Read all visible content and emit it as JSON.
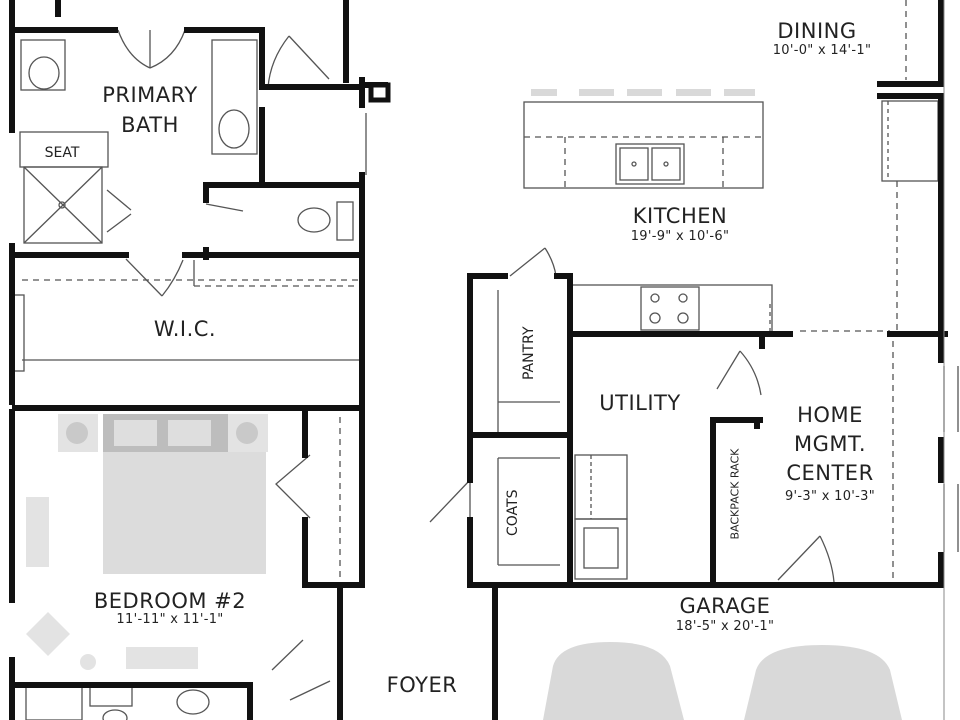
{
  "rooms": {
    "dining": {
      "name": "DINING",
      "dims": "10'-0\" x 14'-1\""
    },
    "primary_bath": {
      "name_line1": "PRIMARY",
      "name_line2": "BATH"
    },
    "seat": "SEAT",
    "kitchen": {
      "name": "KITCHEN",
      "dims": "19'-9\" x 10'-6\""
    },
    "wic": "W.I.C.",
    "pantry": "PANTRY",
    "utility": "UTILITY",
    "home_mgmt": {
      "line1": "HOME",
      "line2": "MGMT.",
      "line3": "CENTER",
      "dims": "9'-3\" x 10'-3\""
    },
    "coats": "COATS",
    "backpack_rack": "BACKPACK RACK",
    "bedroom2": {
      "name": "BEDROOM #2",
      "dims": "11'-11\" x 11'-1\""
    },
    "garage": {
      "name": "GARAGE",
      "dims": "18'-5\" x 20'-1\""
    },
    "foyer": "FOYER"
  },
  "colors": {
    "wall": "#111111",
    "fixture": "#555555",
    "furniture": "#d9d9d9"
  }
}
